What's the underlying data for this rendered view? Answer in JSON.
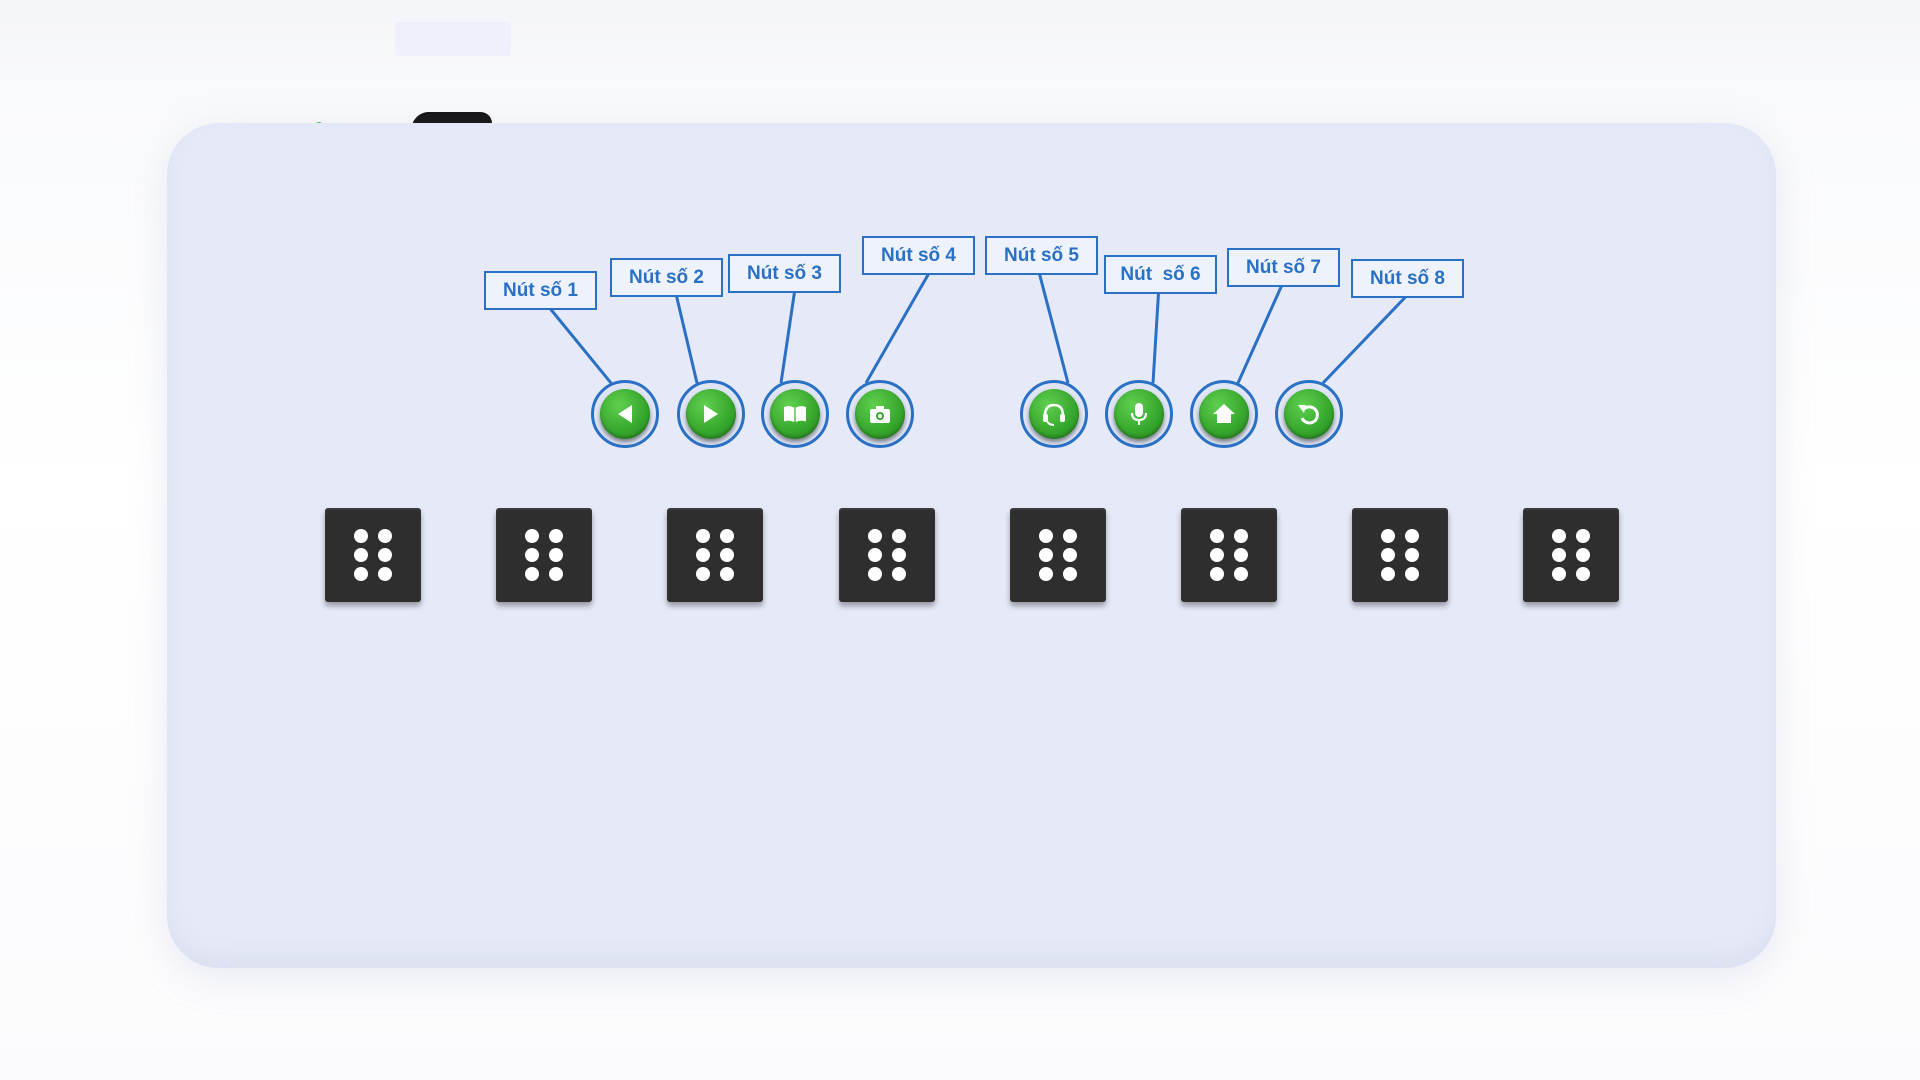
{
  "labels": [
    "Nút số 1",
    "Nút số 2",
    "Nút số 3",
    "Nút số 4",
    "Nút số 5",
    "Nút  số 6",
    "Nút số 7",
    "Nút số 8"
  ],
  "buttons": [
    {
      "icon": "arrow-left-icon"
    },
    {
      "icon": "arrow-right-icon"
    },
    {
      "icon": "book-icon"
    },
    {
      "icon": "camera-icon"
    },
    {
      "icon": "headset-icon"
    },
    {
      "icon": "microphone-icon"
    },
    {
      "icon": "home-icon"
    },
    {
      "icon": "undo-icon"
    }
  ],
  "braille_cells": {
    "count": 8,
    "dots_per_cell": 6
  },
  "colors": {
    "panel": "#e6eaf8",
    "label_blue": "#2a71c5",
    "button_green": "#35a62c",
    "braille_cell": "#2e2e2e",
    "braille_dot": "#ffffff"
  }
}
